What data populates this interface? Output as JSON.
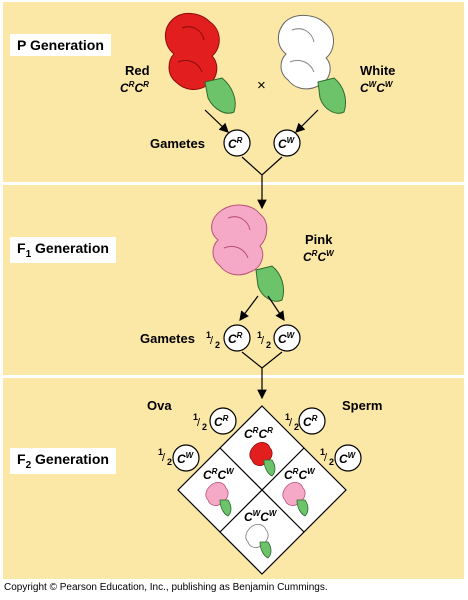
{
  "panels": {
    "p": {
      "label": "P Generation"
    },
    "f1": {
      "label_main": "F",
      "label_sub": "1",
      "label_rest": " Generation"
    },
    "f2": {
      "label_main": "F",
      "label_sub": "2",
      "label_rest": " Generation"
    }
  },
  "p_gen": {
    "red_name": "Red",
    "red_genotype": {
      "a1": "C",
      "s1": "R",
      "a2": "C",
      "s2": "R"
    },
    "white_name": "White",
    "white_genotype": {
      "a1": "C",
      "s1": "W",
      "a2": "C",
      "s2": "W"
    },
    "cross_symbol": "×",
    "gametes_label": "Gametes",
    "gamete_red": {
      "a": "C",
      "s": "R"
    },
    "gamete_white": {
      "a": "C",
      "s": "W"
    }
  },
  "f1_gen": {
    "pink_name": "Pink",
    "pink_genotype": {
      "a1": "C",
      "s1": "R",
      "a2": "C",
      "s2": "W"
    },
    "gametes_label": "Gametes",
    "fraction": {
      "num": "1",
      "den": "2"
    },
    "gamete_red": {
      "a": "C",
      "s": "R"
    },
    "gamete_white": {
      "a": "C",
      "s": "W"
    }
  },
  "f2_gen": {
    "ova_label": "Ova",
    "sperm_label": "Sperm",
    "cells": {
      "top": {
        "a1": "C",
        "s1": "R",
        "a2": "C",
        "s2": "R",
        "flower": "red"
      },
      "left": {
        "a1": "C",
        "s1": "R",
        "a2": "C",
        "s2": "W",
        "flower": "pink"
      },
      "right": {
        "a1": "C",
        "s1": "R",
        "a2": "C",
        "s2": "W",
        "flower": "pink"
      },
      "bottom": {
        "a1": "C",
        "s1": "W",
        "a2": "C",
        "s2": "W",
        "flower": "white"
      }
    }
  },
  "colors": {
    "background": "#fbe7a6",
    "red": "#e31e1e",
    "pink": "#f6a9c6",
    "white": "#ffffff",
    "leaf": "#6cc36a"
  },
  "copyright": "Copyright © Pearson Education, Inc., publishing as Benjamin Cummings."
}
